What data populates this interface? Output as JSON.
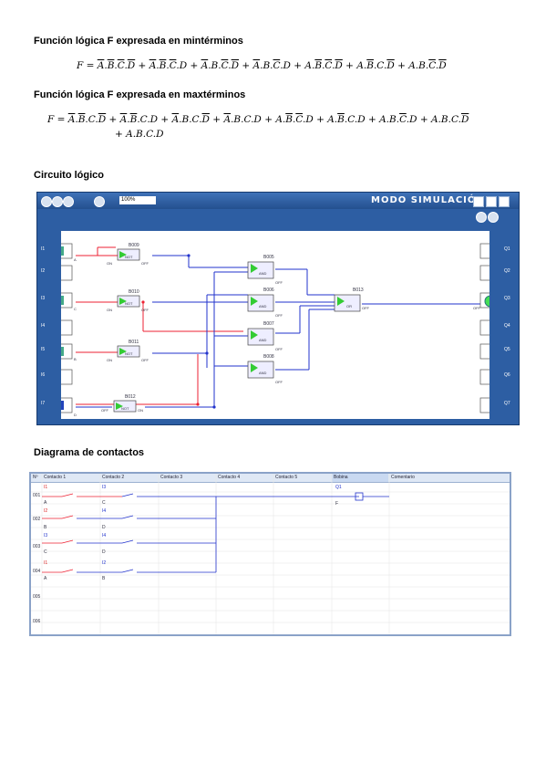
{
  "headings": {
    "minterms": "Función lógica F expresada en mintérminos",
    "maxterms": "Función lógica F expresada en maxtérminos",
    "circuit": "Circuito lógico",
    "ladder": "Diagrama de contactos"
  },
  "simulator": {
    "zoom": "100%",
    "mode_label": "MODO SIMULACIÓN",
    "inputs": [
      "I1",
      "I2",
      "I3",
      "I4",
      "I5",
      "I6",
      "I7"
    ],
    "outputs": [
      "Q1",
      "Q2",
      "Q3",
      "Q4",
      "Q5",
      "Q6",
      "Q7"
    ],
    "blocks": [
      {
        "id": "B009",
        "type": "NOT"
      },
      {
        "id": "B010",
        "type": "NOT"
      },
      {
        "id": "B011",
        "type": "NOT"
      },
      {
        "id": "B012",
        "type": "NOT"
      },
      {
        "id": "B005",
        "type": "AND"
      },
      {
        "id": "B006",
        "type": "AND"
      },
      {
        "id": "B007",
        "type": "AND"
      },
      {
        "id": "B008",
        "type": "AND"
      },
      {
        "id": "B013",
        "type": "OR"
      }
    ],
    "state_off": "OFF",
    "state_on": "ON",
    "input_tags": [
      "A",
      "B",
      "C",
      "D"
    ]
  },
  "ladder": {
    "columns": [
      "Nº",
      "Contacto 1",
      "Contacto 2",
      "Contacto 3",
      "Contacto 4",
      "Contacto 5",
      "Bobina",
      "Comentario"
    ],
    "rows": [
      "001",
      "002",
      "003",
      "004",
      "005",
      "006"
    ],
    "contacts": [
      {
        "c1": "I1",
        "c1tag": "A",
        "c2": "I3",
        "c2tag": "C"
      },
      {
        "c1": "I2",
        "c1tag": "B",
        "c2": "I4",
        "c2tag": "D"
      },
      {
        "c1": "I3",
        "c1tag": "C",
        "c2": "I4",
        "c2tag": "D"
      },
      {
        "c1": "I1",
        "c1tag": "A",
        "c2": "I2",
        "c2tag": "B"
      }
    ],
    "coil": "Q1",
    "coil_tag": "F"
  }
}
